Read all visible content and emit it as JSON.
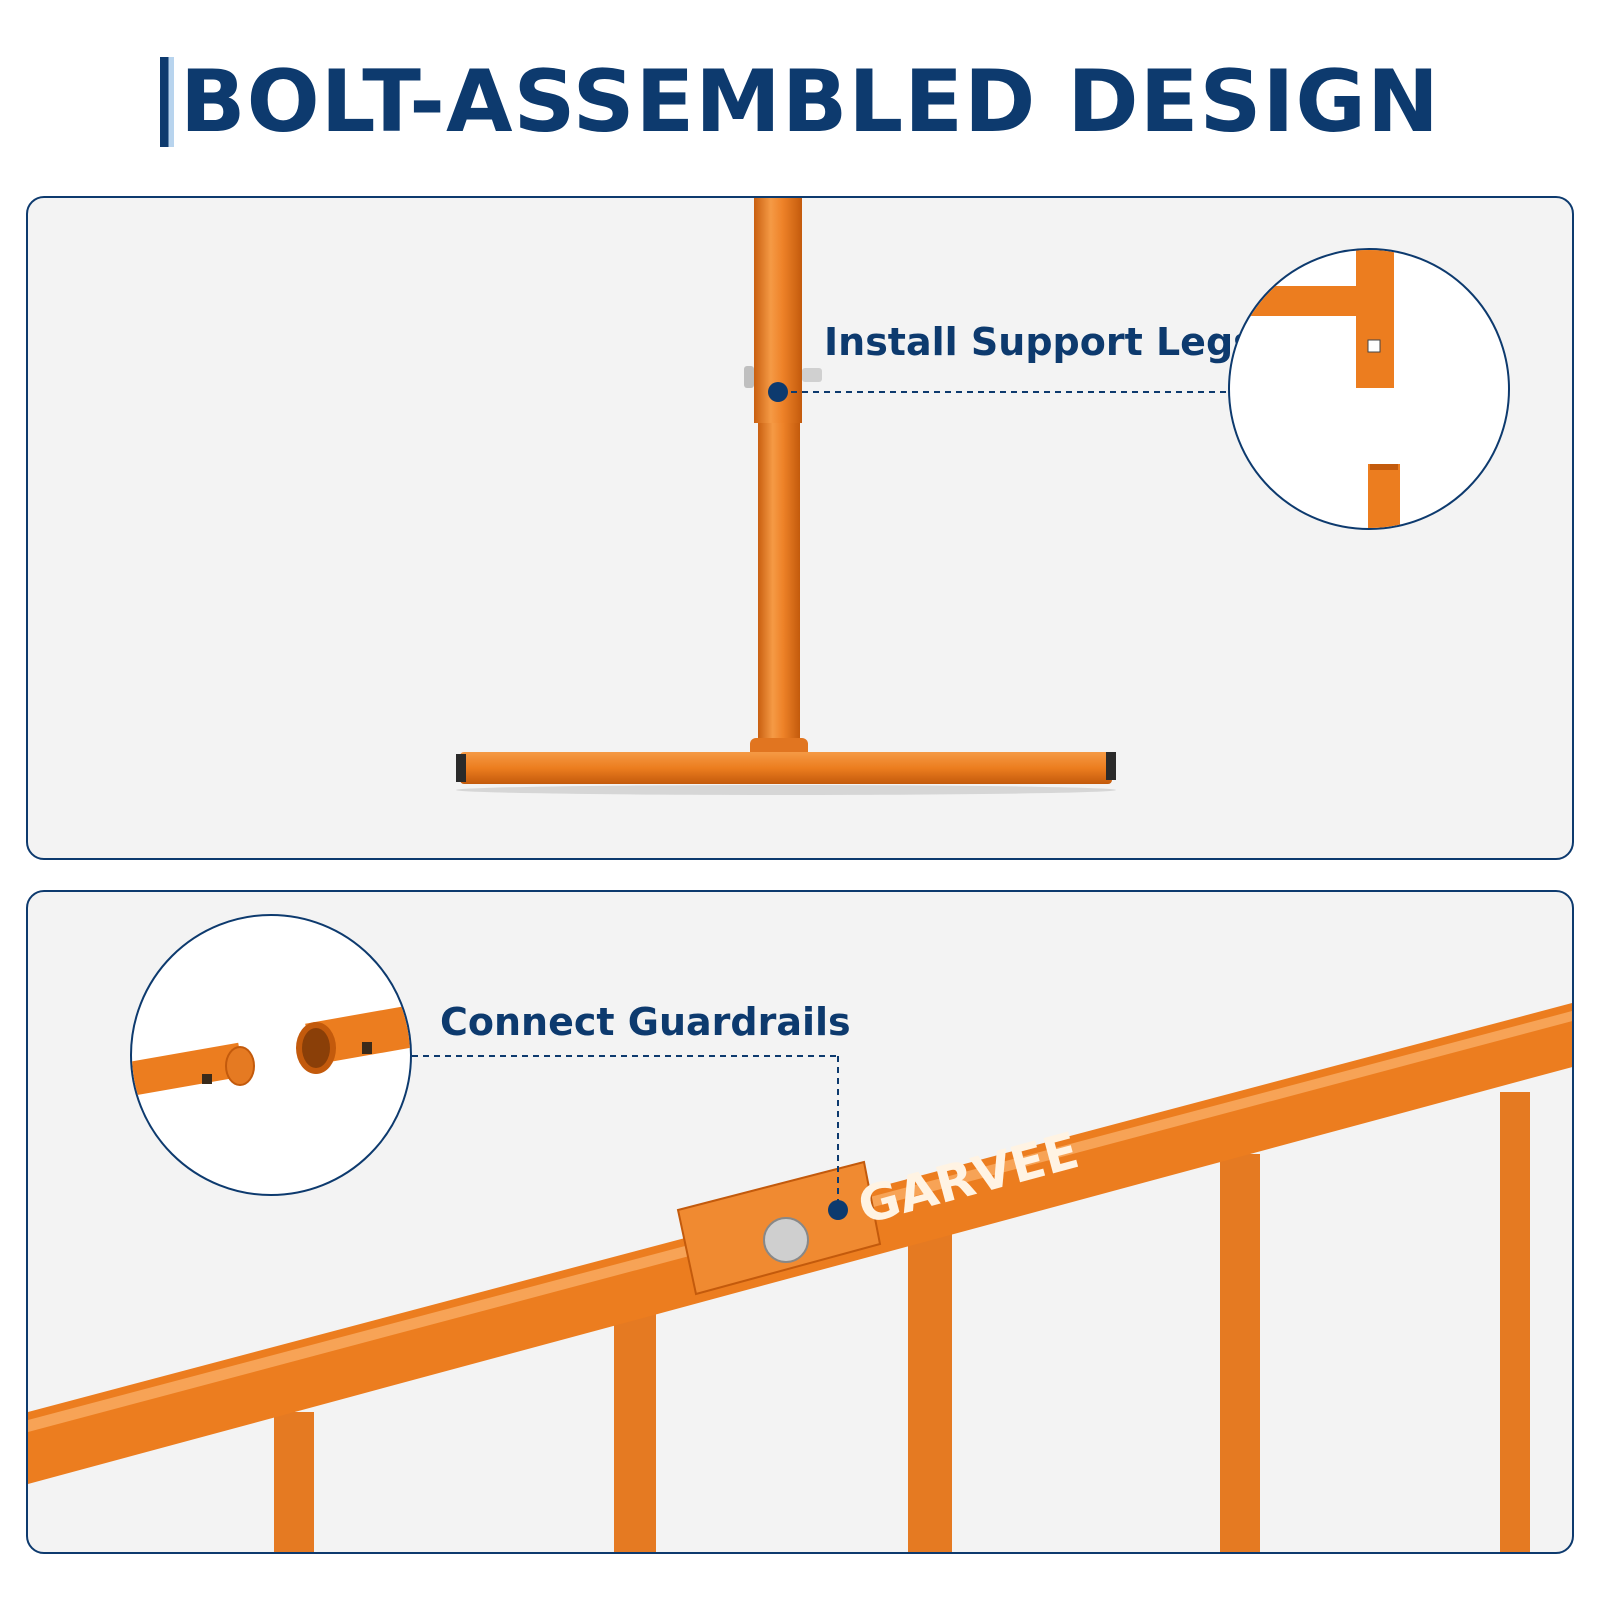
{
  "title": {
    "text": "BOLT-ASSEMBLED DESIGN"
  },
  "panels": {
    "support_legs": {
      "label": "Install Support Legs"
    },
    "guardrails": {
      "label": "Connect Guardrails",
      "brand": "GARVEE"
    }
  },
  "colors": {
    "accent": "#0d3a6e",
    "accent_light": "#b8d4ee",
    "steel_orange": "#ec7d1f",
    "panel_bg": "#f3f3f3"
  }
}
